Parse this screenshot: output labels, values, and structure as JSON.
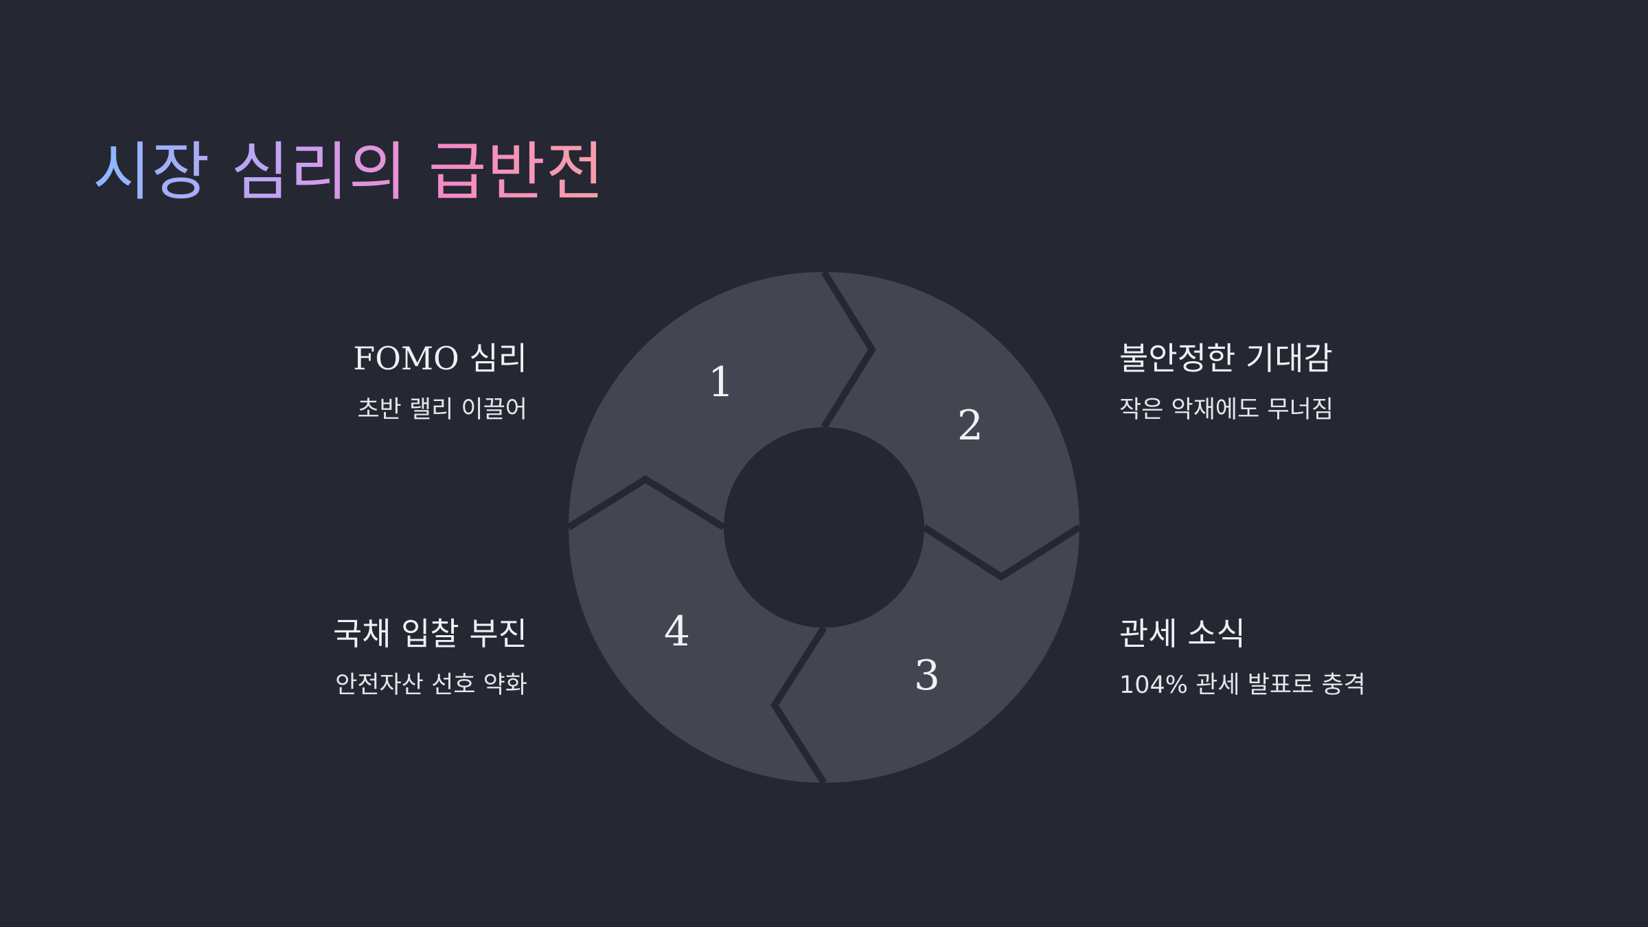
{
  "title": "시장 심리의 급반전",
  "colors": {
    "background": "#252733",
    "segment": "#434550",
    "separator": "#252733",
    "text": "#f0f0f3"
  },
  "cycle": {
    "steps": [
      {
        "number": "1",
        "title": "FOMO 심리",
        "description": "초반 랠리 이끌어"
      },
      {
        "number": "2",
        "title": "불안정한 기대감",
        "description": "작은 악재에도 무너짐"
      },
      {
        "number": "3",
        "title": "관세 소식",
        "description": "104% 관세 발표로 충격"
      },
      {
        "number": "4",
        "title": "국채 입찰 부진",
        "description": "안전자산 선호 약화"
      }
    ]
  }
}
